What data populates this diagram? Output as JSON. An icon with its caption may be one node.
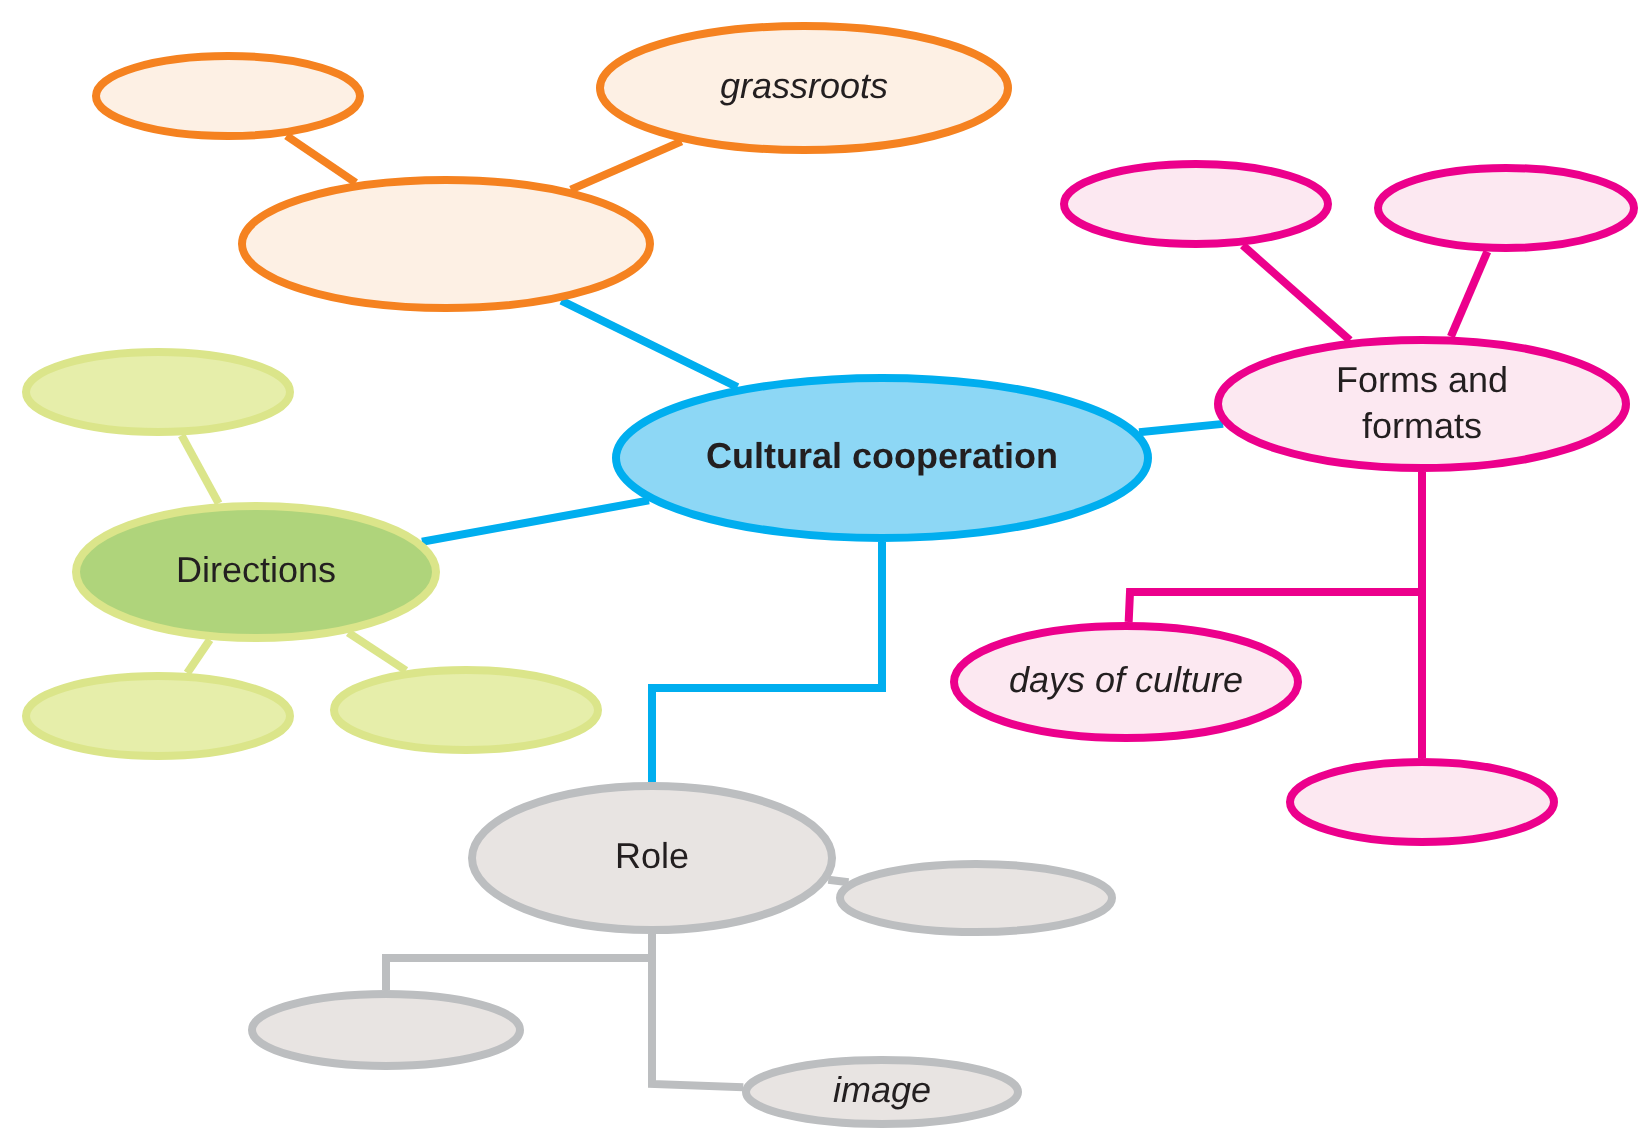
{
  "diagram": {
    "nodes": [
      {
        "text": [
          "Cultural cooperation"
        ]
      },
      {
        "text": [],
        "shape": "circle"
      },
      {
        "text": [
          "grassroots"
        ]
      },
      {
        "text": [],
        "shape": "circle"
      },
      {
        "text": [],
        "shape": "circle"
      },
      {
        "text": [],
        "shape": "circle"
      },
      {
        "text": [
          "Forms and formats"
        ]
      },
      {
        "text": [
          "days of culture"
        ]
      },
      {
        "text": [],
        "shape": "circle"
      },
      {
        "text": [],
        "shape": "circle"
      },
      {
        "text": [
          "Directions"
        ]
      },
      {
        "text": [],
        "shape": "circle"
      },
      {
        "text": [],
        "shape": "circle"
      },
      {
        "text": [
          "Role"
        ]
      },
      {
        "text": [],
        "shape": "circle"
      },
      {
        "text": [],
        "shape": "circle"
      },
      {
        "text": [
          "image"
        ]
      }
    ],
    "edges": [
      {
        "from": 0,
        "to": 3,
        "arrow": "none",
        "color": "#00aeef"
      },
      {
        "from": 3,
        "to": 1,
        "arrow": "none",
        "color": "#f58220"
      },
      {
        "from": 3,
        "to": 2,
        "arrow": "none",
        "color": "#f58220"
      },
      {
        "from": 0,
        "to": 6,
        "arrow": "none",
        "color": "#00aeef"
      },
      {
        "from": 6,
        "to": 4,
        "arrow": "none",
        "color": "#ec008c"
      },
      {
        "from": 6,
        "to": 5,
        "arrow": "none",
        "color": "#ec008c"
      },
      {
        "from": 6,
        "to": 7,
        "arrow": "none",
        "color": "#ec008c"
      },
      {
        "from": 6,
        "to": 8,
        "arrow": "none",
        "color": "#ec008c"
      },
      {
        "from": 0,
        "to": 10,
        "arrow": "none",
        "color": "#00aeef"
      },
      {
        "from": 10,
        "to": 9,
        "arrow": "none",
        "color": "#dbe58a"
      },
      {
        "from": 10,
        "to": 11,
        "arrow": "none",
        "color": "#dbe58a"
      },
      {
        "from": 10,
        "to": 12,
        "arrow": "none",
        "color": "#dbe58a"
      },
      {
        "from": 0,
        "to": 13,
        "arrow": "none",
        "color": "#00aeef"
      },
      {
        "from": 13,
        "to": 14,
        "arrow": "none",
        "color": "#bcbec0"
      },
      {
        "from": 13,
        "to": 15,
        "arrow": "none",
        "color": "#bcbec0"
      },
      {
        "from": 13,
        "to": 16,
        "arrow": "none",
        "color": "#bcbec0"
      }
    ]
  }
}
